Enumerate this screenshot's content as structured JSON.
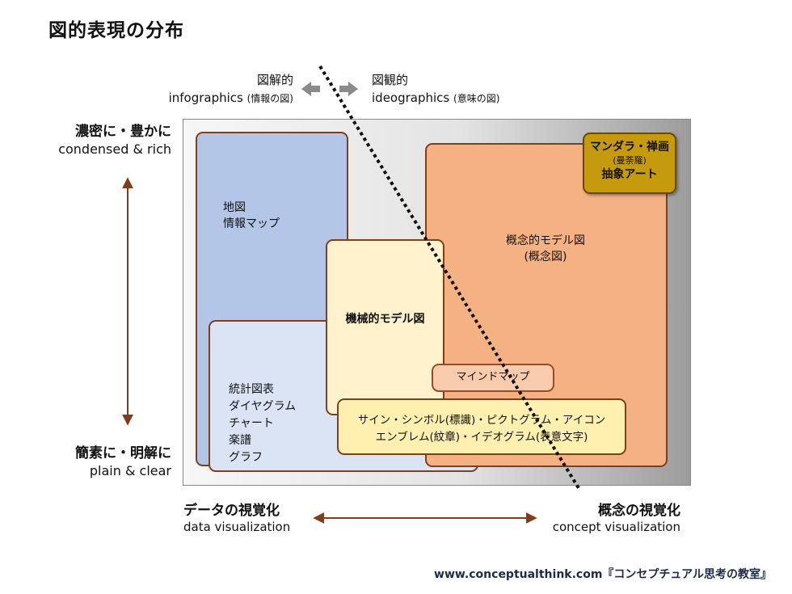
{
  "title": "図的表現の分布",
  "top_left": {
    "jp": "図解的",
    "en": "infographics",
    "note": "(情報の図)"
  },
  "top_right": {
    "jp": "図観的",
    "en": "ideographics",
    "note": "(意味の図)"
  },
  "side_top": {
    "jp": "濃密に・豊かに",
    "en": "condensed & rich"
  },
  "side_bottom": {
    "jp": "簡素に・明解に",
    "en": "plain & clear"
  },
  "bottom_left": {
    "jp": "データの視覚化",
    "en": "data visualization"
  },
  "bottom_right": {
    "jp": "概念の視覚化",
    "en": "concept visualization"
  },
  "footer": "www.conceptualthink.com『コンセプチュアル思考の教室』",
  "boxes": {
    "map": [
      "地図",
      "情報マップ"
    ],
    "stat": [
      "統計図表",
      "ダイヤグラム",
      "チャート",
      "楽譜",
      "グラフ"
    ],
    "concept": [
      "概念的モデル図",
      "(概念図)"
    ],
    "mech": "機械的モデル図",
    "mind": "マインドマップ",
    "sign": [
      "サイン・シンボル(標識)・ピクトグラム・アイコン",
      "エンブレム(紋章)・イデオグラム(表意文字)"
    ],
    "mandala": {
      "line1": "マンダラ・禅画",
      "sub": "(曼荼羅)",
      "line2": "抽象アート"
    }
  },
  "colors": {
    "map": "#b4c6e7",
    "stat": "#dbe4f4",
    "concept": "#f4b183",
    "mech": "#fff2cc",
    "mind": "#f8cbad",
    "sign": "#fff0b0",
    "mandala": "#c59a0c",
    "arrow": "#7f3f1c",
    "footer": "#1d2b4a"
  }
}
